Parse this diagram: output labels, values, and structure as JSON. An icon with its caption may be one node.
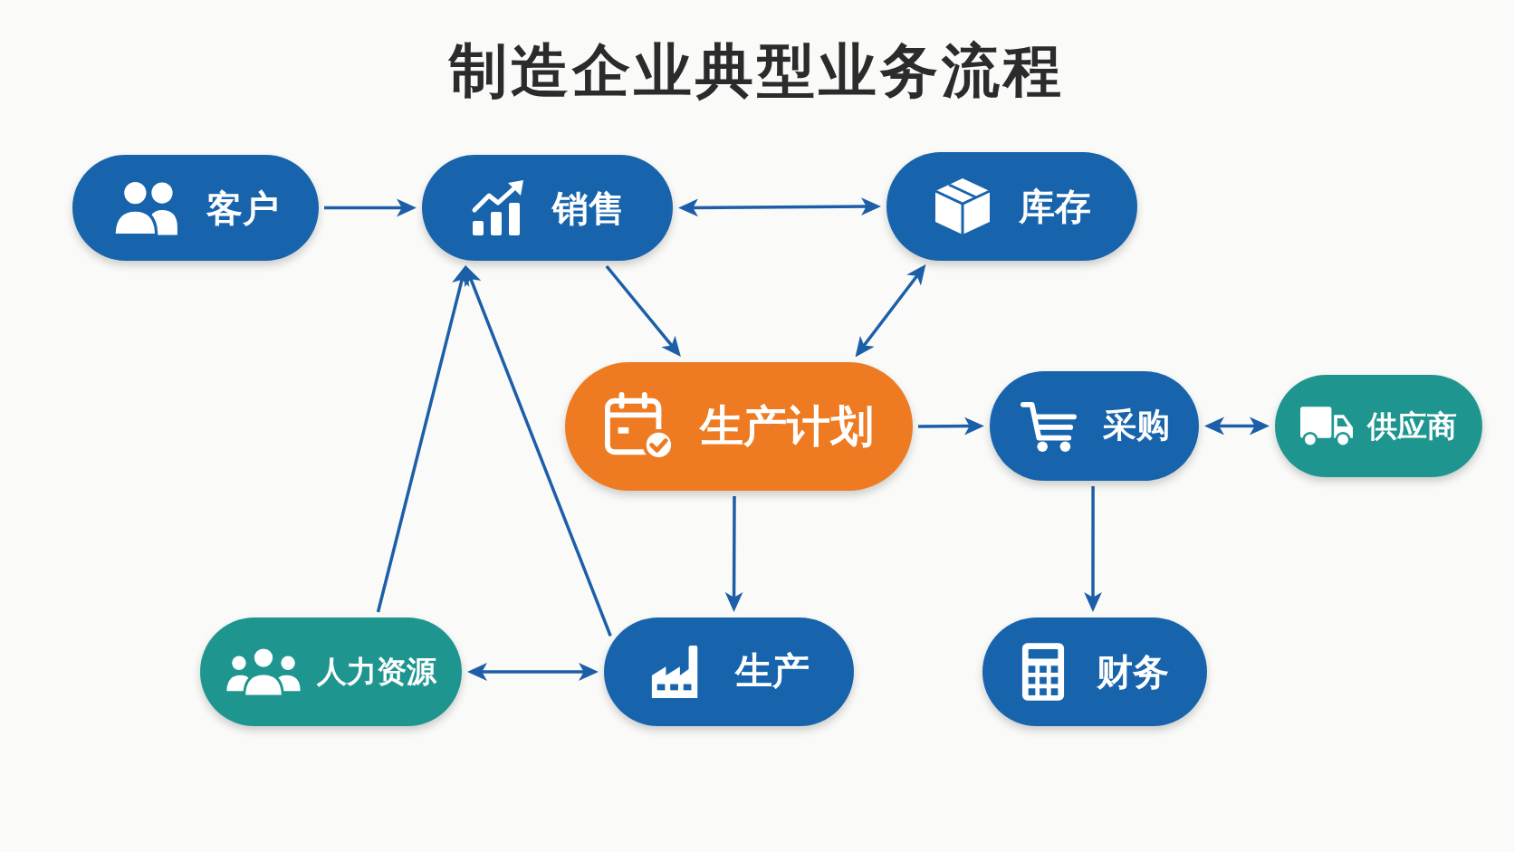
{
  "diagram": {
    "title": "制造企业典型业务流程",
    "nodes": [
      {
        "text": [
          "客户"
        ]
      },
      {
        "text": [
          "销售"
        ]
      },
      {
        "text": [
          "库存"
        ]
      },
      {
        "text": [
          "生产计划"
        ]
      },
      {
        "text": [
          "采购"
        ]
      },
      {
        "text": [
          "供应商"
        ]
      },
      {
        "text": [
          "人力资源"
        ]
      },
      {
        "text": [
          "生产"
        ]
      },
      {
        "text": [
          "财务"
        ]
      }
    ],
    "edges": [
      {
        "from": 0,
        "to": 1,
        "arrow": "to"
      },
      {
        "from": 1,
        "to": 2,
        "arrow": "both"
      },
      {
        "from": 1,
        "to": 3,
        "arrow": "to"
      },
      {
        "from": 2,
        "to": 3,
        "arrow": "both"
      },
      {
        "from": 3,
        "to": 4,
        "arrow": "to"
      },
      {
        "from": 4,
        "to": 5,
        "arrow": "both"
      },
      {
        "from": 3,
        "to": 7,
        "arrow": "to"
      },
      {
        "from": 4,
        "to": 8,
        "arrow": "to"
      },
      {
        "from": 6,
        "to": 1,
        "arrow": "to"
      },
      {
        "from": 7,
        "to": 1,
        "arrow": "to"
      },
      {
        "from": 6,
        "to": 7,
        "arrow": "both"
      }
    ]
  }
}
